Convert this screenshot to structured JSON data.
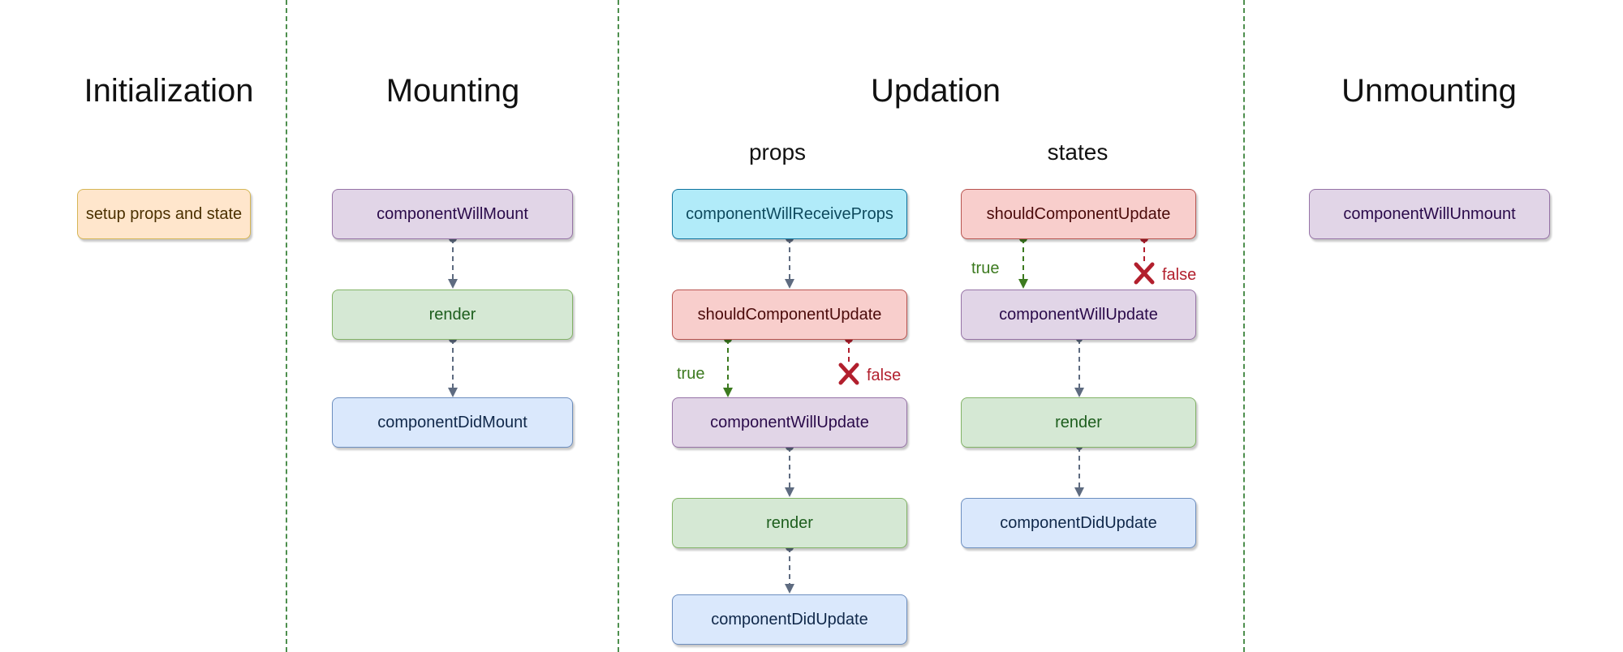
{
  "phases": {
    "initialization": {
      "title": "Initialization"
    },
    "mounting": {
      "title": "Mounting"
    },
    "updation": {
      "title": "Updation",
      "props_title": "props",
      "states_title": "states"
    },
    "unmounting": {
      "title": "Unmounting"
    }
  },
  "nodes": {
    "setup": "setup props and state",
    "will_mount": "componentWillMount",
    "mount_render": "render",
    "did_mount": "componentDidMount",
    "will_receive_props": "componentWillReceiveProps",
    "props_should_update": "shouldComponentUpdate",
    "props_will_update": "componentWillUpdate",
    "props_render": "render",
    "props_did_update": "componentDidUpdate",
    "states_should_update": "shouldComponentUpdate",
    "states_will_update": "componentWillUpdate",
    "states_render": "render",
    "states_did_update": "componentDidUpdate",
    "will_unmount": "componentWillUnmount"
  },
  "branch_labels": {
    "props_true": "true",
    "props_false": "false",
    "states_true": "true",
    "states_false": "false"
  },
  "icons": {
    "divider": "dashed-divider",
    "flow_arrow": "dashed-arrow",
    "blocked": "cross-icon"
  },
  "colors": {
    "arrow": "#5e6b80",
    "true": "#3c7a1f",
    "false": "#b21f2d",
    "divider": "#4e8f4e"
  }
}
